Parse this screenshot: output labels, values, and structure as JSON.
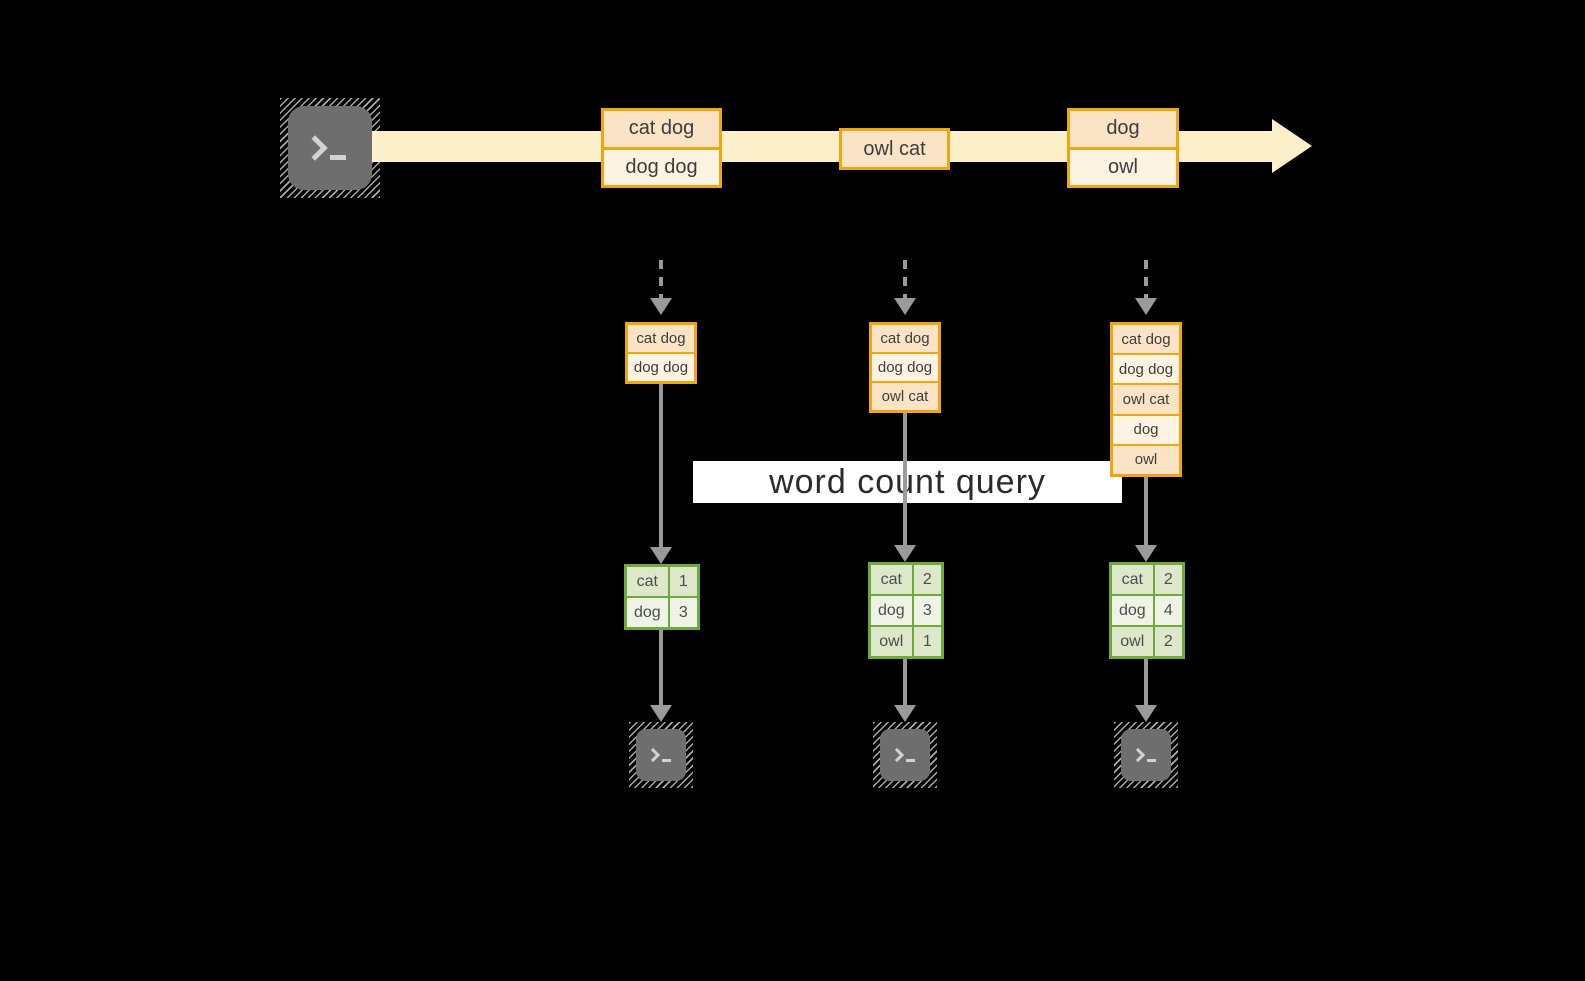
{
  "banner": {
    "label": "word count query"
  },
  "stream": {
    "source_icon": "terminal",
    "events": [
      {
        "rows": [
          "cat dog",
          "dog dog"
        ]
      },
      {
        "rows": [
          "owl cat"
        ]
      },
      {
        "rows": [
          "dog",
          "owl"
        ]
      }
    ]
  },
  "snapshots": [
    {
      "buffer": [
        "cat dog",
        "dog dog"
      ],
      "counts": [
        {
          "word": "cat",
          "count": "1"
        },
        {
          "word": "dog",
          "count": "3"
        }
      ]
    },
    {
      "buffer": [
        "cat dog",
        "dog dog",
        "owl cat"
      ],
      "counts": [
        {
          "word": "cat",
          "count": "2"
        },
        {
          "word": "dog",
          "count": "3"
        },
        {
          "word": "owl",
          "count": "1"
        }
      ]
    },
    {
      "buffer": [
        "cat dog",
        "dog dog",
        "owl cat",
        "dog",
        "owl"
      ],
      "counts": [
        {
          "word": "cat",
          "count": "2"
        },
        {
          "word": "dog",
          "count": "4"
        },
        {
          "word": "owl",
          "count": "2"
        }
      ]
    }
  ],
  "colors": {
    "background": "#000000",
    "stream_band": "#fcf0cb",
    "box_border_orange": "#f0a70f",
    "box_fill_peach": "#fbe3c6",
    "box_fill_cream": "#fdf3e2",
    "table_border_green": "#6fa83c",
    "table_row_dark": "#dde8cb",
    "table_row_light": "#eef3e6",
    "arrow_gray": "#9a9a9a",
    "banner_background": "#ffffff"
  }
}
